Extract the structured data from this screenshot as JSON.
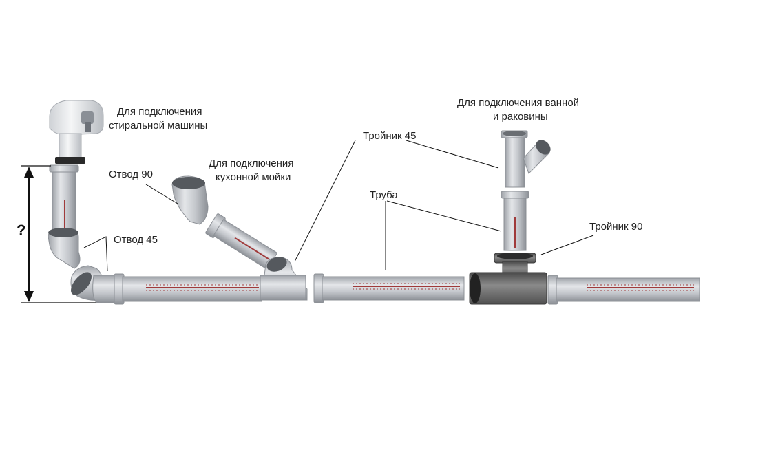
{
  "labels": {
    "washing_machine": [
      "Для подключения",
      "стиральной машины"
    ],
    "otvod_90": "Отвод 90",
    "kitchen_sink": [
      "Для подключения",
      "кухонной мойки"
    ],
    "otvod_45": "Отвод 45",
    "troynik_45": "Тройник 45",
    "bath_sink": [
      "Для подключения ванной",
      "и раковины"
    ],
    "truba": "Труба",
    "troynik_90": "Тройник 90",
    "height_unknown": "?"
  },
  "colors": {
    "pipe_gray": "#c4c7cc",
    "pipe_stripe": "#a03a3a",
    "tee90_dark": "#6e6e6e",
    "line": "#111111"
  }
}
